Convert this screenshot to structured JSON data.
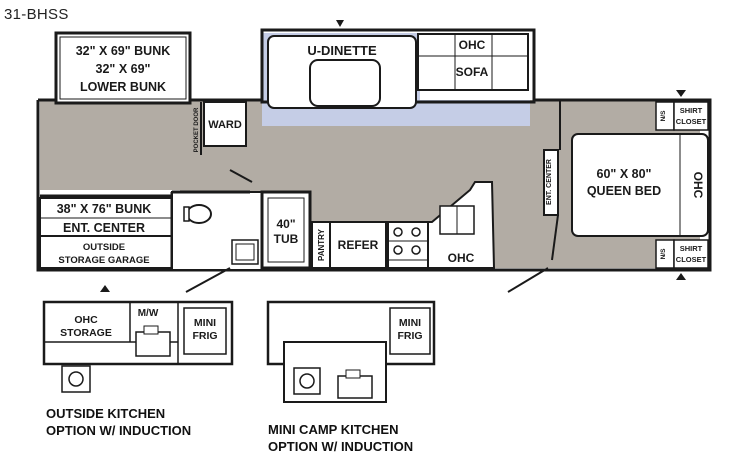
{
  "model": "31-BHSS",
  "rooms": {
    "front_bunk_line1": "32\" X 69\" BUNK",
    "front_bunk_line2": "32\" X 69\"",
    "front_bunk_line3": "LOWER BUNK",
    "ward": "WARD",
    "pocket_door": "POCKET DOOR",
    "rear_bunk": "38\" X 76\" BUNK",
    "ent_center": "ENT. CENTER",
    "storage_line1": "OUTSIDE",
    "storage_line2": "STORAGE GARAGE",
    "tub_line1": "40\"",
    "tub_line2": "TUB",
    "pantry": "PANTRY",
    "refer": "REFER",
    "ohc_kitchen": "OHC",
    "dinette": "U-DINETTE",
    "ohc_sofa": "OHC",
    "sofa": "SOFA",
    "ent_center_2": "ENT. CENTER",
    "bed_line1": "60\" X 80\"",
    "bed_line2": "QUEEN BED",
    "ohc_bed": "OHC",
    "ns_top": "N/S",
    "ns_bottom": "N/S",
    "closet_top_1": "SHIRT",
    "closet_top_2": "CLOSET",
    "closet_bottom_1": "SHIRT",
    "closet_bottom_2": "CLOSET"
  },
  "outside_kitchen": {
    "ohc_line1": "OHC",
    "ohc_line2": "STORAGE",
    "mw": "M/W",
    "frig_line1": "MINI",
    "frig_line2": "FRIG",
    "caption_line1": "OUTSIDE KITCHEN",
    "caption_line2": "OPTION W/ INDUCTION"
  },
  "camp_kitchen": {
    "frig_line1": "MINI",
    "frig_line2": "FRIG",
    "caption_line1": "MINI CAMP KITCHEN",
    "caption_line2": "OPTION W/ INDUCTION"
  },
  "colors": {
    "floor": "#b2aca4",
    "dinette_blue": "#c5cde6",
    "wall": "#1a1a1a"
  }
}
